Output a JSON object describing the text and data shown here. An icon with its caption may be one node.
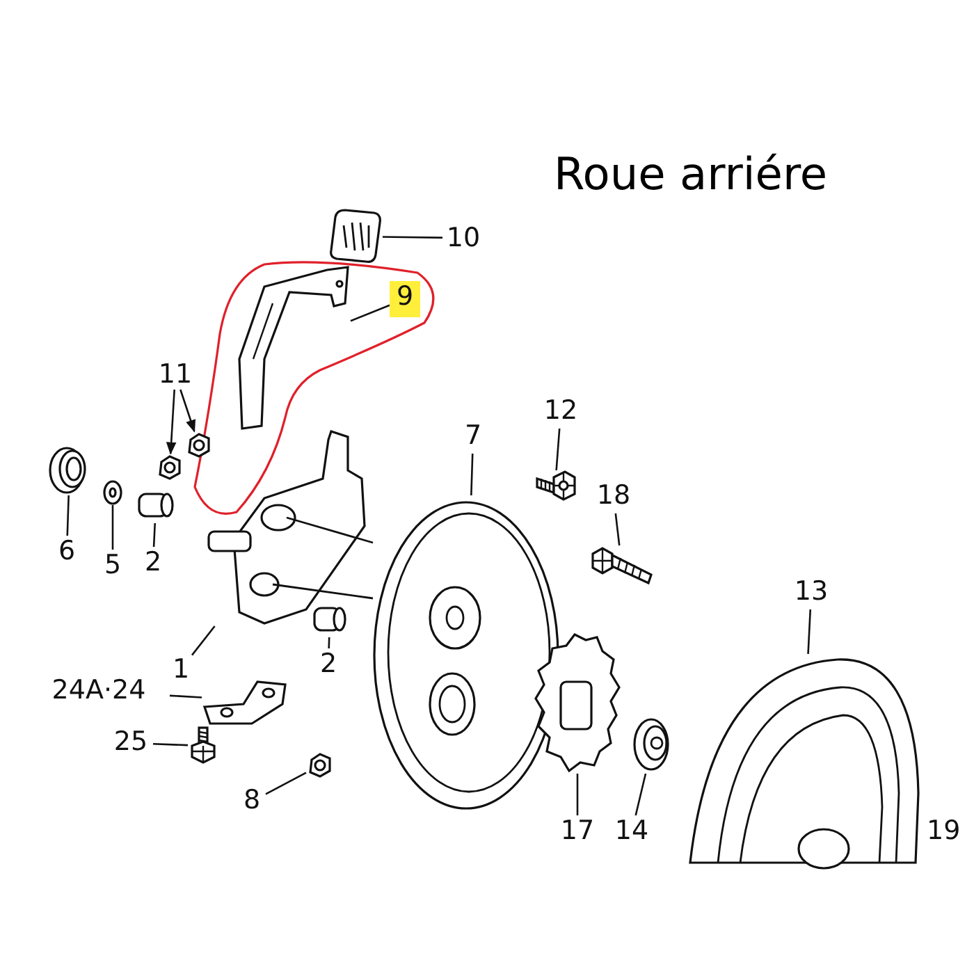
{
  "diagram": {
    "title": "Roue arriére",
    "nodes": [
      {
        "text": [
          "10"
        ]
      },
      {
        "text": [],
        "shape": "picture"
      },
      {
        "text": [
          "9"
        ]
      },
      {
        "text": [],
        "shape": "picture"
      },
      {
        "text": [
          "11"
        ]
      },
      {
        "text": [],
        "shape": "picture"
      },
      {
        "text": [],
        "shape": "picture"
      },
      {
        "text": [
          "6"
        ]
      },
      {
        "text": [],
        "shape": "picture"
      },
      {
        "text": [
          "5"
        ]
      },
      {
        "text": [],
        "shape": "picture"
      },
      {
        "text": [
          "2"
        ]
      },
      {
        "text": [],
        "shape": "cylinder"
      },
      {
        "text": [
          "1"
        ]
      },
      {
        "text": [],
        "shape": "picture"
      },
      {
        "text": [
          "2"
        ]
      },
      {
        "text": [],
        "shape": "cylinder"
      },
      {
        "text": [
          "7"
        ]
      },
      {
        "text": [],
        "shape": "picture"
      },
      {
        "text": [
          "12"
        ]
      },
      {
        "text": [],
        "shape": "picture"
      },
      {
        "text": [
          "18"
        ]
      },
      {
        "text": [],
        "shape": "picture"
      },
      {
        "text": [
          "13"
        ]
      },
      {
        "text": [],
        "shape": "picture"
      },
      {
        "text": [
          "17"
        ]
      },
      {
        "text": [],
        "shape": "picture"
      },
      {
        "text": [
          "14"
        ]
      },
      {
        "text": [],
        "shape": "picture"
      },
      {
        "text": [
          "24A·24"
        ]
      },
      {
        "text": [],
        "shape": "picture"
      },
      {
        "text": [
          "25"
        ]
      },
      {
        "text": [],
        "shape": "picture"
      },
      {
        "text": [
          "8"
        ]
      },
      {
        "text": [],
        "shape": "picture"
      }
    ],
    "edges": [
      {
        "from": 0,
        "to": 1,
        "arrow": "none"
      },
      {
        "from": 2,
        "to": 3,
        "arrow": "none"
      },
      {
        "from": 4,
        "to": 5,
        "arrow": "to"
      },
      {
        "from": 4,
        "to": 6,
        "arrow": "to"
      },
      {
        "from": 7,
        "to": 8,
        "arrow": "none"
      },
      {
        "from": 9,
        "to": 10,
        "arrow": "none"
      },
      {
        "from": 11,
        "to": 12,
        "arrow": "none"
      },
      {
        "from": 13,
        "to": 14,
        "arrow": "none"
      },
      {
        "from": 15,
        "to": 16,
        "arrow": "none"
      },
      {
        "from": 17,
        "to": 18,
        "arrow": "none"
      },
      {
        "from": 19,
        "to": 20,
        "arrow": "none"
      },
      {
        "from": 21,
        "to": 22,
        "arrow": "none"
      },
      {
        "from": 23,
        "to": 24,
        "arrow": "none"
      },
      {
        "from": 25,
        "to": 26,
        "arrow": "none"
      },
      {
        "from": 27,
        "to": 28,
        "arrow": "none"
      },
      {
        "from": 29,
        "to": 30,
        "arrow": "none"
      },
      {
        "from": 31,
        "to": 32,
        "arrow": "none"
      },
      {
        "from": 33,
        "to": 34,
        "arrow": "none"
      }
    ],
    "labels": [
      "19"
    ]
  }
}
